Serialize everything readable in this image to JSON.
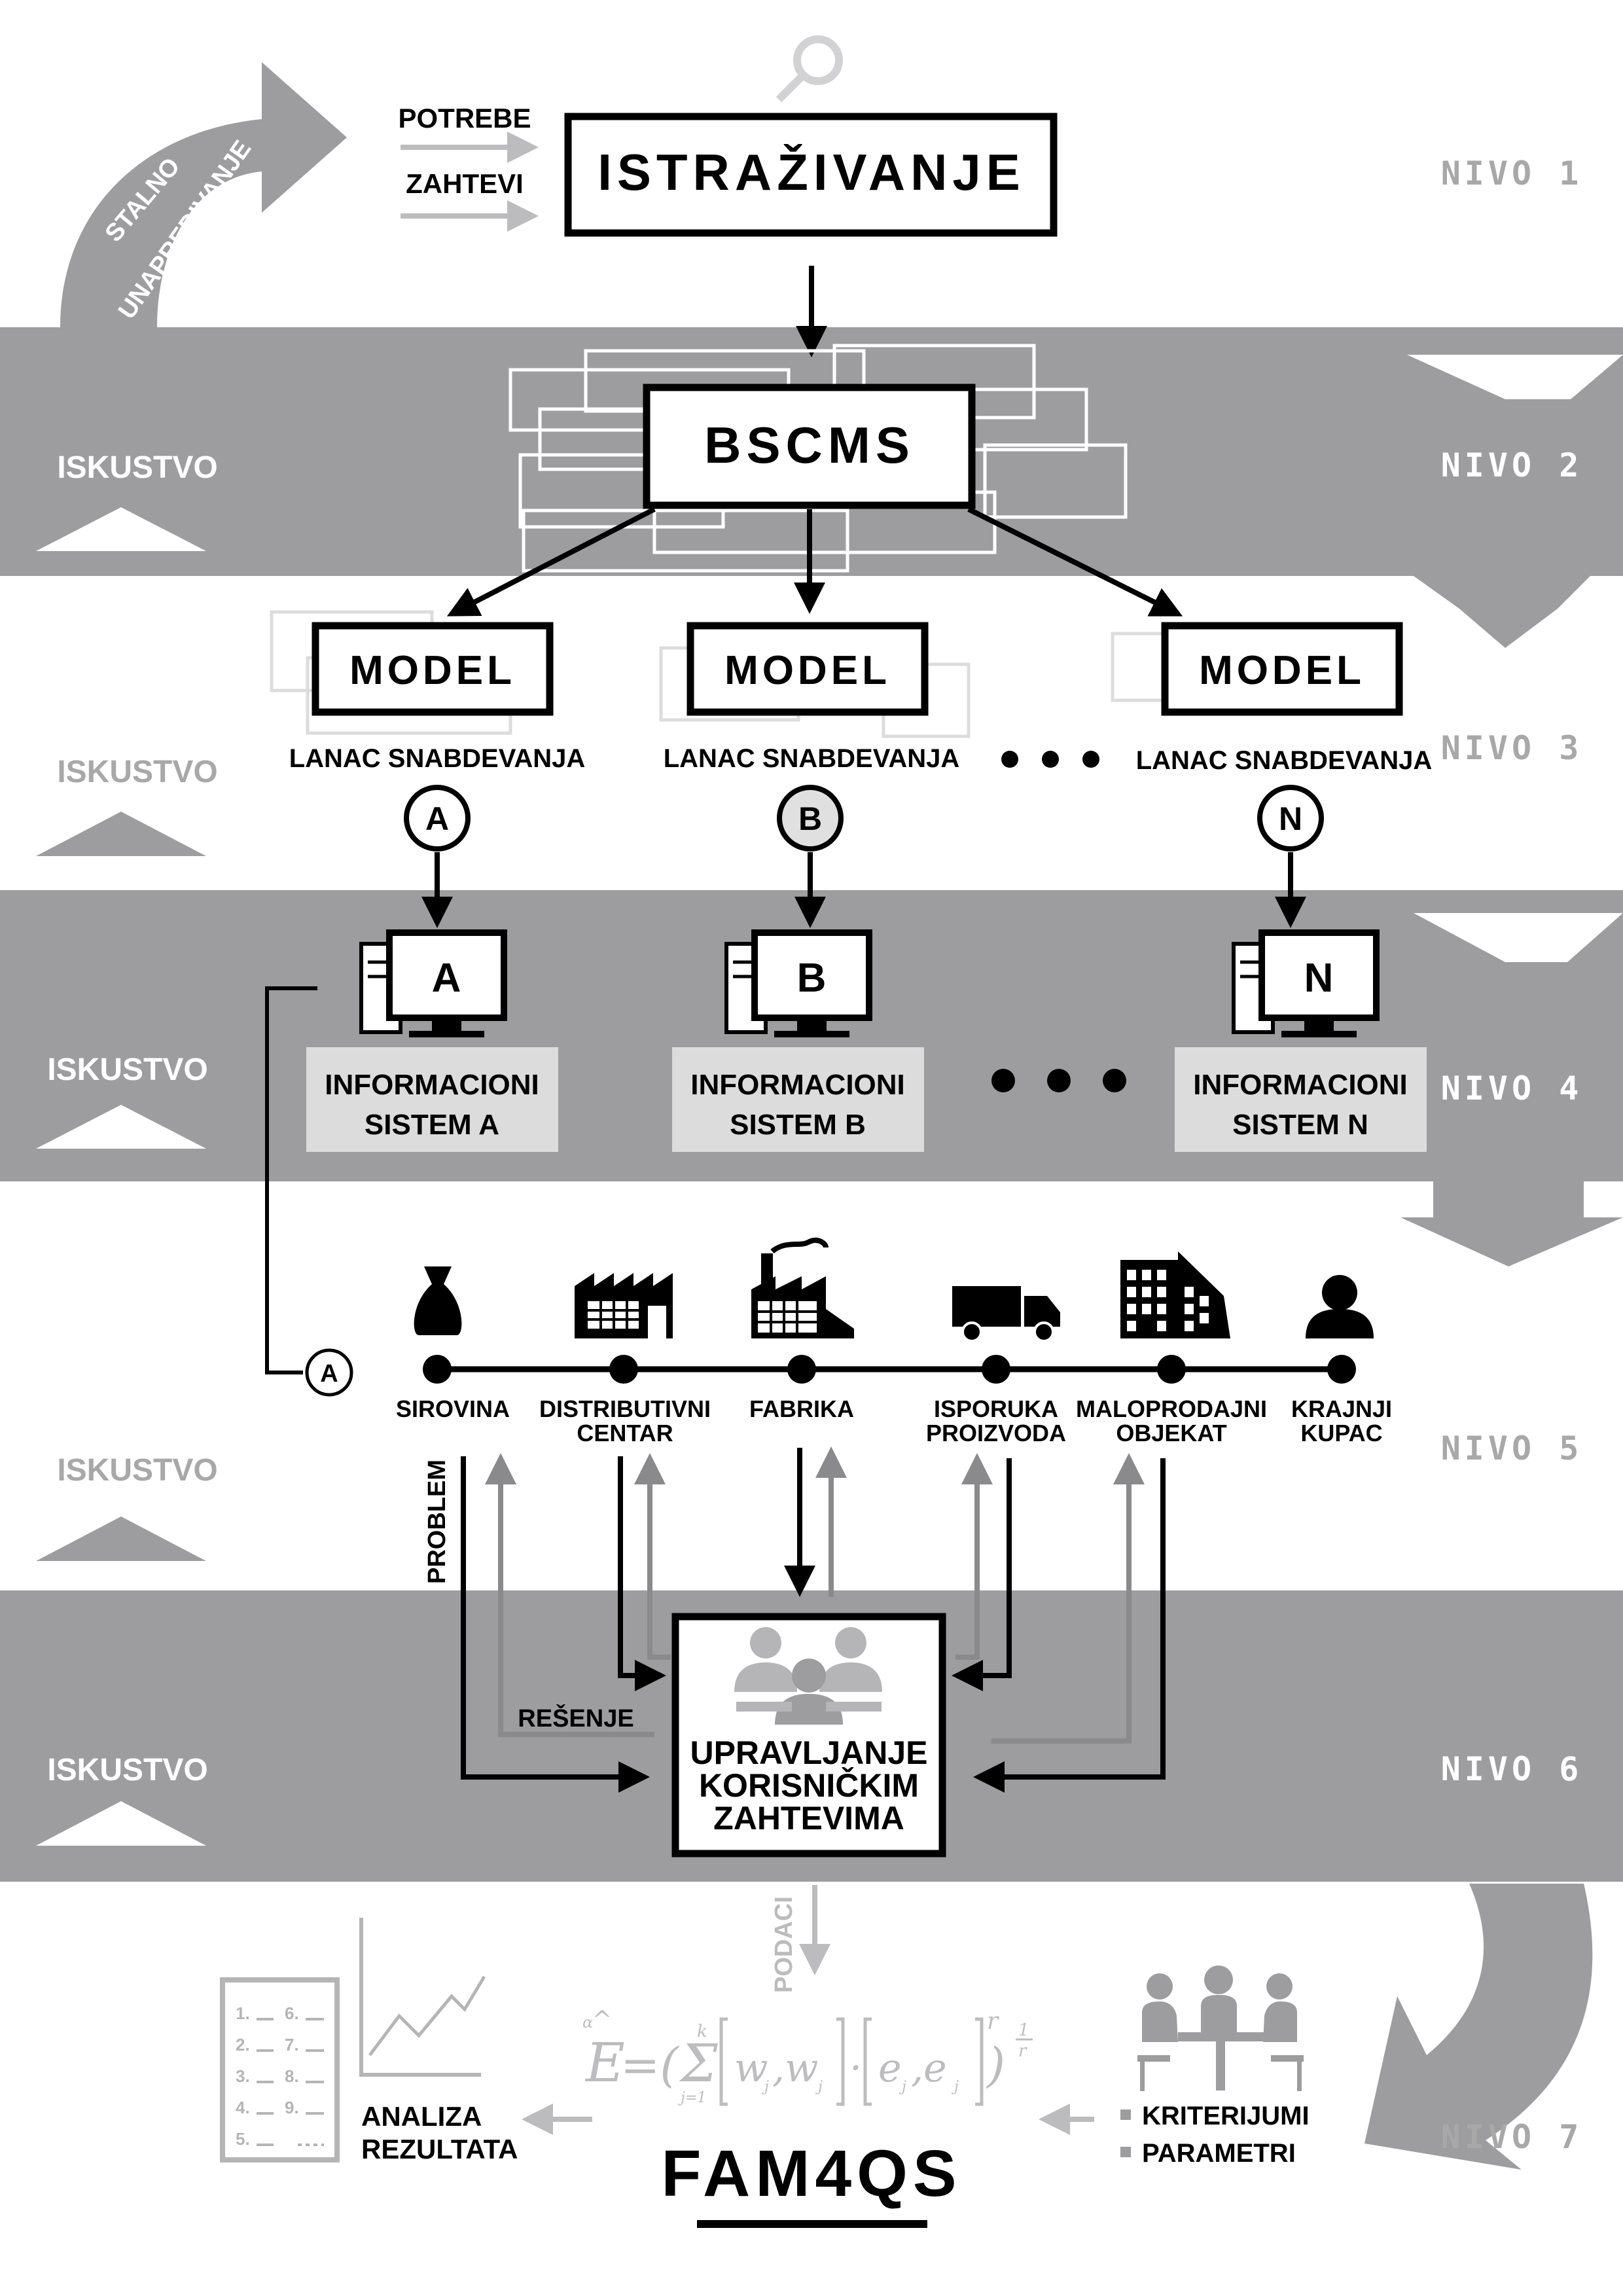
{
  "inputs": {
    "needs": "POTREBE",
    "requirements": "ZAHTEVI"
  },
  "improvement": {
    "line1": "STALNO",
    "line2": "UNAPREĐIVANJE"
  },
  "levels": [
    "NIVO 1",
    "NIVO 2",
    "NIVO 3",
    "NIVO 4",
    "NIVO 5",
    "NIVO 6",
    "NIVO 7"
  ],
  "experience": "ISKUSTVO",
  "research": "ISTRAŽIVANJE",
  "bscms": "BSCMS",
  "models": {
    "title": "MODEL",
    "supply_chain": "LANAC SNABDEVANJA",
    "letters": [
      "A",
      "B",
      "N"
    ]
  },
  "systems": {
    "line1": "INFORMACIONI",
    "items": [
      "SISTEM A",
      "SISTEM B",
      "SISTEM N"
    ]
  },
  "chain_nodes": [
    {
      "line1": "SIROVINA",
      "line2": "",
      "icon": "raw-material-bag-icon"
    },
    {
      "line1": "DISTRIBUTIVNI",
      "line2": "CENTAR",
      "icon": "distribution-warehouse-icon"
    },
    {
      "line1": "FABRIKA",
      "line2": "",
      "icon": "factory-icon"
    },
    {
      "line1": "ISPORUKA",
      "line2": "PROIZVODA",
      "icon": "delivery-truck-icon"
    },
    {
      "line1": "MALOPRODAJNI",
      "line2": "OBJEKAT",
      "icon": "retail-building-icon"
    },
    {
      "line1": "KRAJNJI",
      "line2": "KUPAC",
      "icon": "customer-person-icon"
    }
  ],
  "chain_ref": "A",
  "problem": "PROBLEM",
  "solution": "REŠENJE",
  "crm": {
    "line1": "UPRAVLJANJE",
    "line2": "KORISNIČKIM",
    "line3": "ZAHTEVIMA"
  },
  "data_label": "PODACI",
  "analysis": {
    "line1": "ANALIZA",
    "line2": "REZULTATA"
  },
  "criteria": [
    "KRITERIJUMI",
    "PARAMETRI"
  ],
  "fam4qs": "FAM4QS",
  "colors": {
    "band": "#9d9d9f",
    "light_box": "#dcdcdd",
    "black": "#000000",
    "gray_text": "#a8a8a8"
  }
}
